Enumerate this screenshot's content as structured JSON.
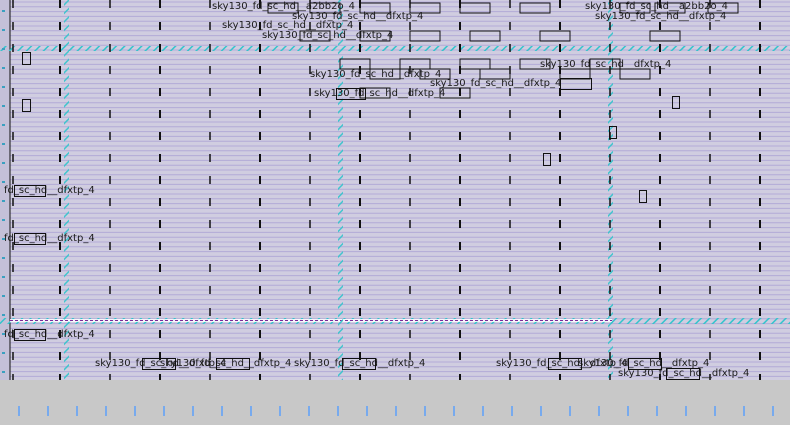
{
  "layout_view": {
    "title": "Layout viewport",
    "colors": {
      "background": "#d0cde0",
      "row_lines": "#9a8fd0",
      "power_rail": "#33c4cc",
      "highlight_rail": "#ffffff",
      "cell_edges": "#111111",
      "ruler": "#c8c8c8"
    }
  },
  "cell_labels": [
    {
      "text": "sky130_fd_sc_hd__a2bb2o_4"
    },
    {
      "text": "sky130_fd_sc_hd__dfxtp_4"
    },
    {
      "text": "sky130_fd_sc_hd__dfxtp_4"
    },
    {
      "text": "sky130_fd_sc_hd__dfxtp_4"
    },
    {
      "text": "sky130_fd_sc_hd__a2bb2o_4"
    },
    {
      "text": "sky130_fd_sc_hd__dfxtp_4"
    },
    {
      "text": "sky130_fd_sc_hd__dfxtp_4"
    },
    {
      "text": "sky130_fd_sc_hd__dfxtp_4"
    },
    {
      "text": "sky130_fd_sc_hd__dfxtp_4"
    },
    {
      "text": "sky130_fd_sc_hd__dfxtp_4"
    },
    {
      "text": "fd_sc_hd__dfxtp_4"
    },
    {
      "text": "fd_sc_hd__dfxtp_4"
    },
    {
      "text": "fd_sc_hd__dfxtp_4"
    },
    {
      "text": "sky130_fd_sc_hd__dfxtp_4"
    },
    {
      "text": "sky130_fd_sc_hd__dfxtp_4"
    },
    {
      "text": "sky130_fd_sc_hd__dfxtp_4"
    },
    {
      "text": "sky130_fd_sc_hd__dfxtp_4"
    },
    {
      "text": "sky130_fd_sc_hd__dfxtp_4"
    },
    {
      "text": "sky130_fd_sc_hd__dfxtp_4"
    }
  ]
}
